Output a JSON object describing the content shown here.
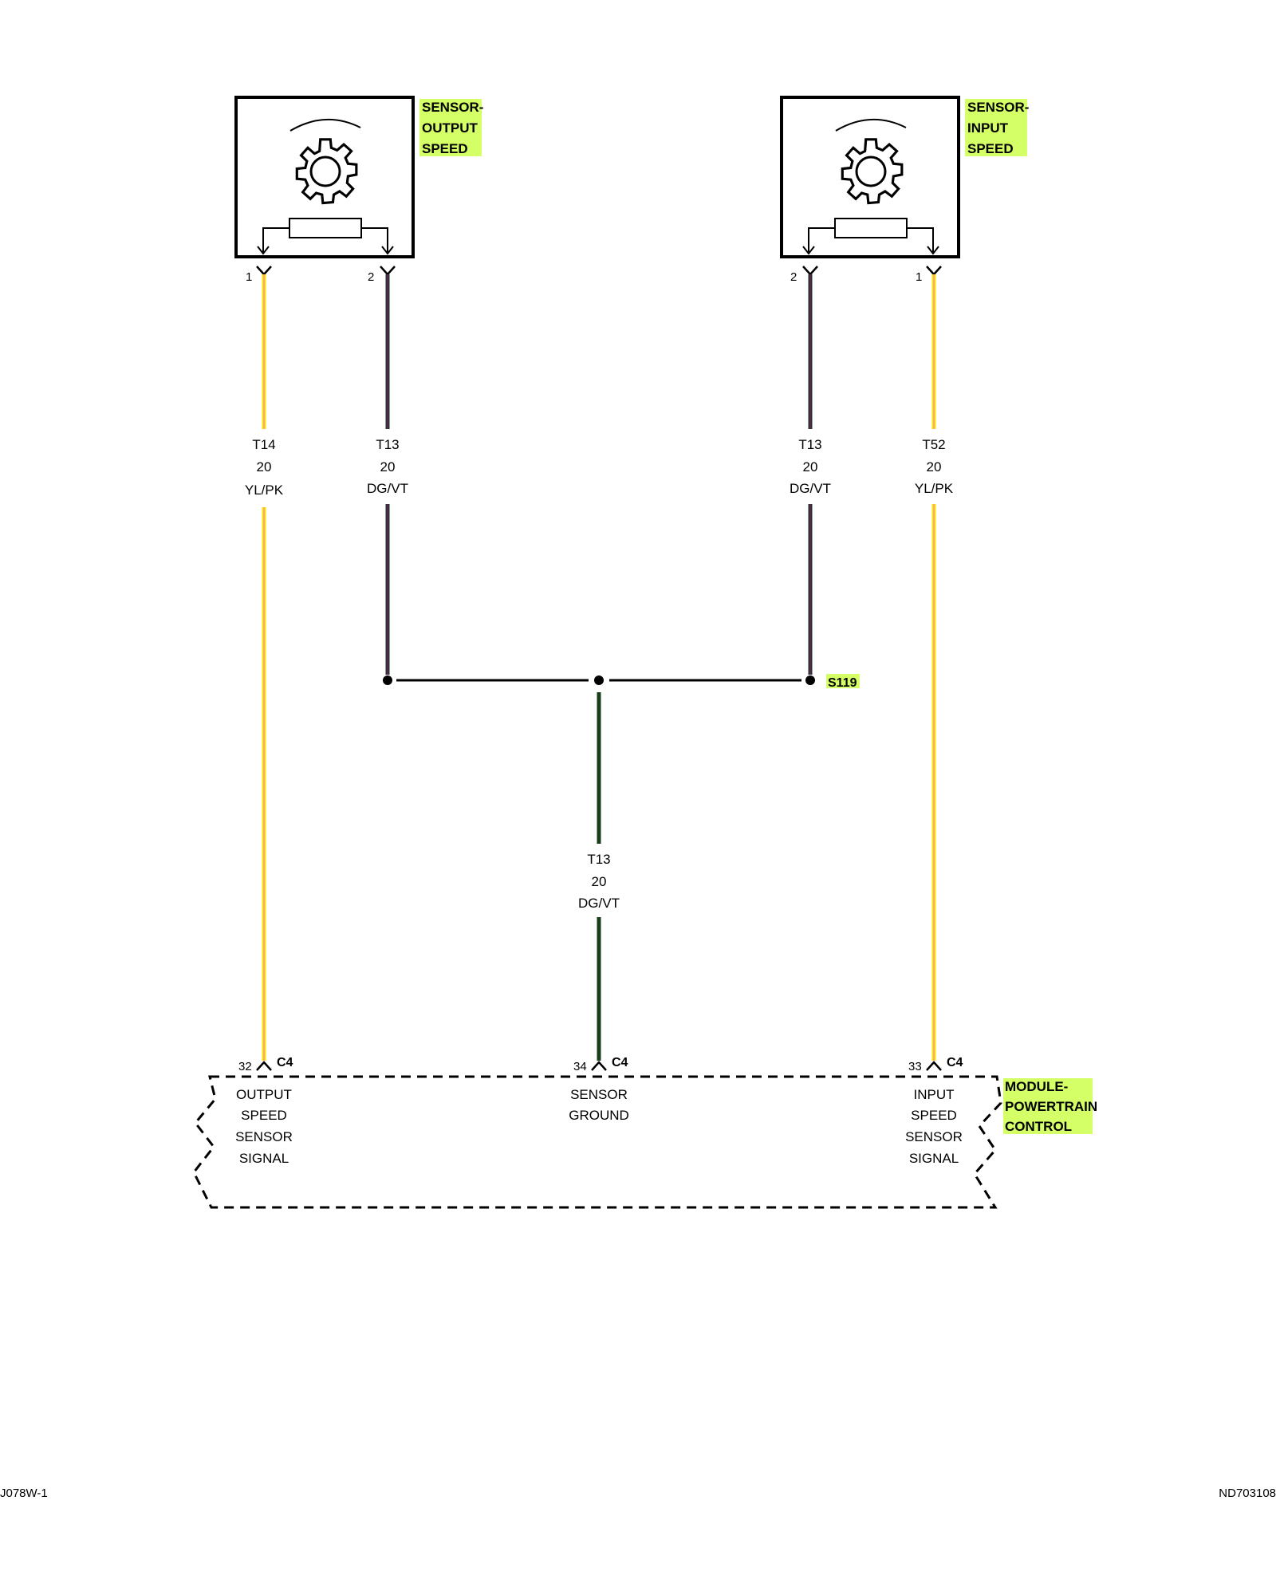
{
  "components": {
    "output_sensor": {
      "name_lines": [
        "SENSOR-",
        "OUTPUT",
        "SPEED"
      ],
      "pin_left": "1",
      "pin_right": "2"
    },
    "input_sensor": {
      "name_lines": [
        "SENSOR-",
        "INPUT",
        "SPEED"
      ],
      "pin_left": "2",
      "pin_right": "1"
    },
    "pcm": {
      "name_lines": [
        "MODULE-",
        "POWERTRAIN",
        "CONTROL"
      ]
    }
  },
  "wires": {
    "w_t14": {
      "circuit": "T14",
      "gauge": "20",
      "color_code": "YL/PK"
    },
    "w_t13a": {
      "circuit": "T13",
      "gauge": "20",
      "color_code": "DG/VT"
    },
    "w_t13b": {
      "circuit": "T13",
      "gauge": "20",
      "color_code": "DG/VT"
    },
    "w_t52": {
      "circuit": "T52",
      "gauge": "20",
      "color_code": "YL/PK"
    },
    "w_t13c": {
      "circuit": "T13",
      "gauge": "20",
      "color_code": "DG/VT"
    }
  },
  "splice": {
    "name": "S119"
  },
  "pcm_pins": {
    "p32": {
      "pin": "32",
      "connector": "C4",
      "label_lines": [
        "OUTPUT",
        "SPEED",
        "SENSOR",
        "SIGNAL"
      ]
    },
    "p34": {
      "pin": "34",
      "connector": "C4",
      "label_lines": [
        "SENSOR",
        "GROUND"
      ]
    },
    "p33": {
      "pin": "33",
      "connector": "C4",
      "label_lines": [
        "INPUT",
        "SPEED",
        "SENSOR",
        "SIGNAL"
      ]
    }
  },
  "footer": {
    "left": "J078W-1",
    "right": "ND703108"
  },
  "colors": {
    "yellow": "#ffe600",
    "pink": "#f080b0",
    "dark_green": "#1a3d1a",
    "violet": "#a000a0",
    "highlight": "#d4ff66"
  }
}
